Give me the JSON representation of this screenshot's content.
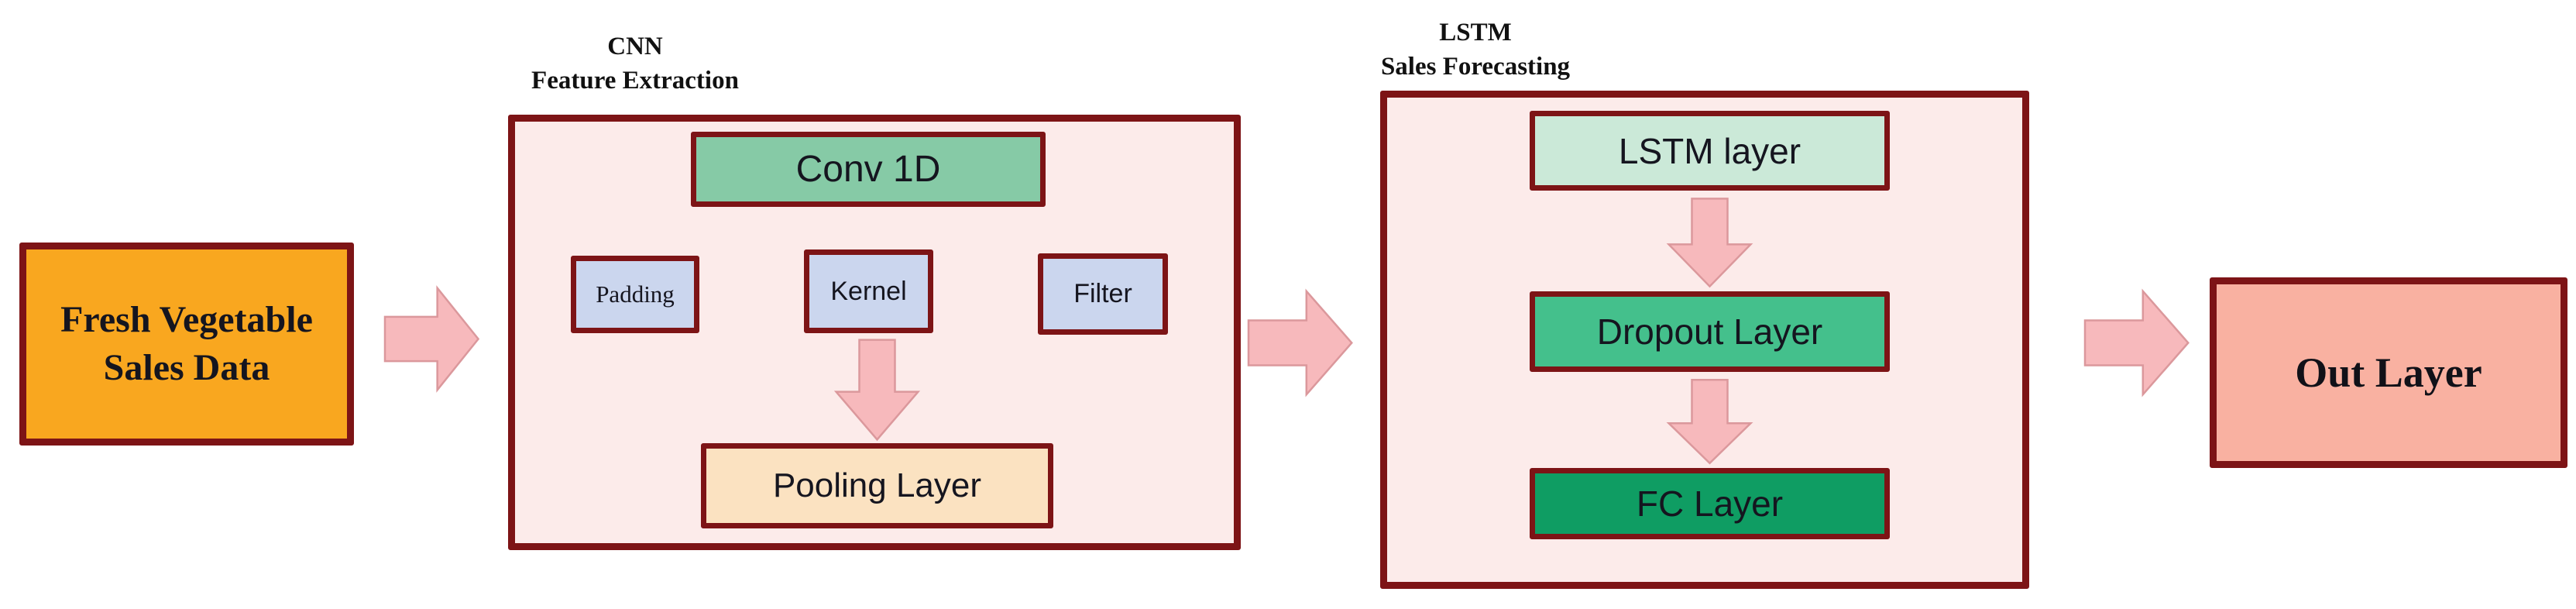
{
  "figure": {
    "input_box": {
      "lines": [
        "Fresh Vegetable",
        "Sales Data"
      ]
    },
    "cnn": {
      "title_lines": [
        "CNN",
        "Feature Extraction"
      ],
      "conv_label": "Conv 1D",
      "param_boxes": [
        "Padding",
        "Kernel",
        "Filter"
      ],
      "pooling_label": "Pooling Layer"
    },
    "lstm": {
      "title_lines": [
        "LSTM",
        "Sales Forecasting"
      ],
      "layers": [
        "LSTM layer",
        "Dropout Layer",
        "FC Layer"
      ]
    },
    "output_box": {
      "label": "Out Layer"
    }
  },
  "colors": {
    "canvas_bg": "#ffffff",
    "border_maroon": "#7d1416",
    "input_fill": "#f9a71f",
    "section_fill": "#fcebea",
    "conv_fill": "#86caa6",
    "param_fill": "#cbd6ee",
    "pooling_fill": "#fbe2c1",
    "lstm_layer_fill": "#cbe9d8",
    "dropout_fill": "#44c08c",
    "fc_fill": "#0f9d63",
    "output_fill": "#f9b1a1",
    "arrow_fill": "#f7b9bc",
    "arrow_edge": "#db989c",
    "text_dark": "#15151f"
  }
}
